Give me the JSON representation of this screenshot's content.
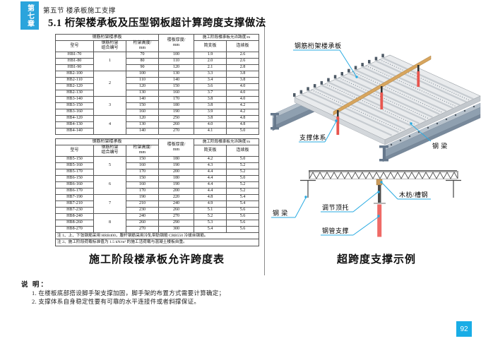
{
  "page": {
    "chapter_tab": "第七章",
    "section_label": "第五节 楼承板施工支撑",
    "title": "5.1 桁架楼承板及压型钢板超计算跨度支撑做法",
    "page_number": "92",
    "accent_blue": "#2ba4dc",
    "leader_cyan": "#29abe2"
  },
  "table_header": {
    "group_deck": "钢筋桁架楼承板",
    "col_model": "型号",
    "col_combo": "钢筋桁架\n组合编号",
    "col_truss_height": "桁架高度/\nmm",
    "col_slab_thickness": "楼板厚度/\nmm",
    "group_span": "施工阶段楼承板允许跨度/m",
    "col_simple": "简支板",
    "col_continuous": "连续板"
  },
  "span_table_upper": {
    "rows": [
      [
        {
          "t": "HB1-70"
        },
        {
          "t": "1",
          "rs": 3
        },
        {
          "t": "70"
        },
        {
          "t": "100"
        },
        {
          "t": "1.9"
        },
        {
          "t": "2.6"
        }
      ],
      [
        {
          "t": "HB1-80"
        },
        {
          "t": "80"
        },
        {
          "t": "110"
        },
        {
          "t": "2.0"
        },
        {
          "t": "2.6"
        }
      ],
      [
        {
          "t": "HB1-90"
        },
        {
          "t": "90"
        },
        {
          "t": "120"
        },
        {
          "t": "2.1"
        },
        {
          "t": "2.8"
        }
      ],
      [
        {
          "t": "HB2-100"
        },
        {
          "t": "2",
          "rs": 4
        },
        {
          "t": "100"
        },
        {
          "t": "130"
        },
        {
          "t": "3.3"
        },
        {
          "t": "3.8"
        }
      ],
      [
        {
          "t": "HB2-110"
        },
        {
          "t": "110"
        },
        {
          "t": "140"
        },
        {
          "t": "3.4"
        },
        {
          "t": "3.8"
        }
      ],
      [
        {
          "t": "HB2-120"
        },
        {
          "t": "120"
        },
        {
          "t": "150"
        },
        {
          "t": "3.6"
        },
        {
          "t": "4.0"
        }
      ],
      [
        {
          "t": "HB2-130"
        },
        {
          "t": "130"
        },
        {
          "t": "160"
        },
        {
          "t": "3.7"
        },
        {
          "t": "4.0"
        }
      ],
      [
        {
          "t": "HB3-140"
        },
        {
          "t": "3",
          "rs": 3
        },
        {
          "t": "140"
        },
        {
          "t": "170"
        },
        {
          "t": "3.8"
        },
        {
          "t": "4.0"
        }
      ],
      [
        {
          "t": "HB3-150"
        },
        {
          "t": "150"
        },
        {
          "t": "180"
        },
        {
          "t": "3.8"
        },
        {
          "t": "4.2"
        }
      ],
      [
        {
          "t": "HB3-160"
        },
        {
          "t": "160"
        },
        {
          "t": "190"
        },
        {
          "t": "3.9"
        },
        {
          "t": "4.2"
        }
      ],
      [
        {
          "t": "HB4-120"
        },
        {
          "t": "4",
          "rs": 3
        },
        {
          "t": "120"
        },
        {
          "t": "250"
        },
        {
          "t": "3.8"
        },
        {
          "t": "4.8"
        }
      ],
      [
        {
          "t": "HB4-130"
        },
        {
          "t": "130"
        },
        {
          "t": "260"
        },
        {
          "t": "4.0"
        },
        {
          "t": "4.8"
        }
      ],
      [
        {
          "t": "HB4-140"
        },
        {
          "t": "140"
        },
        {
          "t": "270"
        },
        {
          "t": "4.1"
        },
        {
          "t": "5.0"
        }
      ]
    ]
  },
  "span_table_lower": {
    "rows": [
      [
        {
          "t": "HB5-150"
        },
        {
          "t": "5",
          "rs": 3
        },
        {
          "t": "150"
        },
        {
          "t": "180"
        },
        {
          "t": "4.2"
        },
        {
          "t": "5.0"
        }
      ],
      [
        {
          "t": "HB5-160"
        },
        {
          "t": "160"
        },
        {
          "t": "190"
        },
        {
          "t": "4.3"
        },
        {
          "t": "5.2"
        }
      ],
      [
        {
          "t": "HB5-170"
        },
        {
          "t": "170"
        },
        {
          "t": "200"
        },
        {
          "t": "4.4"
        },
        {
          "t": "5.2"
        }
      ],
      [
        {
          "t": "HB6-150"
        },
        {
          "t": "6",
          "rs": 3
        },
        {
          "t": "150"
        },
        {
          "t": "180"
        },
        {
          "t": "4.4"
        },
        {
          "t": "5.0"
        }
      ],
      [
        {
          "t": "HB6-160"
        },
        {
          "t": "160"
        },
        {
          "t": "190"
        },
        {
          "t": "4.4"
        },
        {
          "t": "5.2"
        }
      ],
      [
        {
          "t": "HB6-170"
        },
        {
          "t": "170"
        },
        {
          "t": "200"
        },
        {
          "t": "4.4"
        },
        {
          "t": "5.2"
        }
      ],
      [
        {
          "t": "HB7-190"
        },
        {
          "t": "7",
          "rs": 3
        },
        {
          "t": "190"
        },
        {
          "t": "220"
        },
        {
          "t": "4.8"
        },
        {
          "t": "5.4"
        }
      ],
      [
        {
          "t": "HB7-210"
        },
        {
          "t": "210"
        },
        {
          "t": "240"
        },
        {
          "t": "4.9"
        },
        {
          "t": "5.4"
        }
      ],
      [
        {
          "t": "HB7-230"
        },
        {
          "t": "230"
        },
        {
          "t": "260"
        },
        {
          "t": "5.1"
        },
        {
          "t": "5.6"
        }
      ],
      [
        {
          "t": "HB8-240"
        },
        {
          "t": "8",
          "rs": 3
        },
        {
          "t": "240"
        },
        {
          "t": "270"
        },
        {
          "t": "5.2"
        },
        {
          "t": "5.6"
        }
      ],
      [
        {
          "t": "HB8-260"
        },
        {
          "t": "260"
        },
        {
          "t": "290"
        },
        {
          "t": "5.3"
        },
        {
          "t": "5.6"
        }
      ],
      [
        {
          "t": "HB8-270"
        },
        {
          "t": "270"
        },
        {
          "t": "300"
        },
        {
          "t": "5.4"
        },
        {
          "t": "5.6"
        }
      ]
    ],
    "notes": [
      "注 1、上、下弦钢筋采用 HRB400，腹杆钢筋采用冷轧带肋钢筋 CRB550 冷拔丝钢筋。",
      "注 2、施工阶段荷载标准值为 1.5 kN/m² 的施工活荷载与混凝土楼板自重。"
    ]
  },
  "captions": {
    "left": "施工阶段楼承板允许跨度表",
    "right": "超跨度支撑示例"
  },
  "diagram_top": {
    "labels": {
      "deck": "钢筋桁架楼承板",
      "support": "支撑体系",
      "beam": "钢 梁"
    }
  },
  "diagram_bottom": {
    "labels": {
      "beam": "钢 梁",
      "jack": "调节顶托",
      "pipe": "钢管支撑",
      "timber": "木枋/槽钢"
    }
  },
  "notes": {
    "heading": "说 明：",
    "items": [
      "1. 在楼板底部搭设脚手架支撑加固，脚手架的布置方式需要计算确定；",
      "2. 支撑体系自身稳定性要有可靠的水平连接件或者斜撑保证。"
    ]
  }
}
